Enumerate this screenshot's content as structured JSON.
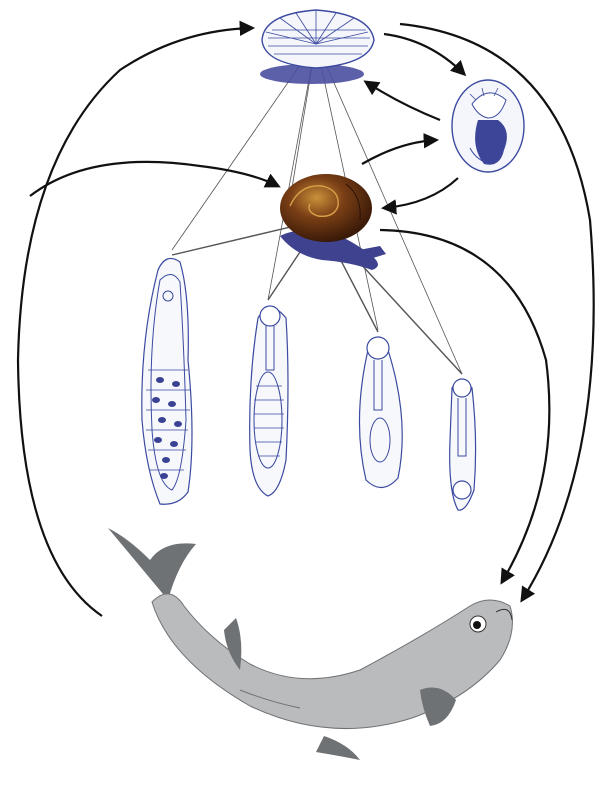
{
  "diagram": {
    "stages": [
      {
        "id": "egg",
        "icon": "egg-icon"
      },
      {
        "id": "miracidium",
        "icon": "miracidium-icon"
      },
      {
        "id": "snail",
        "icon": "snail-icon"
      },
      {
        "id": "sporocyst",
        "icon": "sporocyst-icon"
      },
      {
        "id": "redia",
        "icon": "redia-icon"
      },
      {
        "id": "cercaria",
        "icon": "cercaria-icon"
      },
      {
        "id": "metacercaria",
        "icon": "metacercaria-icon"
      },
      {
        "id": "fish",
        "icon": "fish-icon"
      }
    ],
    "flow": [
      {
        "from": "fish",
        "to": "egg"
      },
      {
        "from": "fish",
        "to": "snail"
      },
      {
        "from": "egg",
        "to": "miracidium"
      },
      {
        "from": "miracidium",
        "to": "egg"
      },
      {
        "from": "snail",
        "to": "miracidium"
      },
      {
        "from": "miracidium",
        "to": "snail"
      },
      {
        "from": "snail",
        "to": "fish"
      },
      {
        "from": "egg",
        "to": "fish"
      }
    ],
    "colors": {
      "outline": "#3b4aa0",
      "shadow": "#4a4f9e",
      "snail_shell": "#5a2e12",
      "fish_body": "#b9bbbd",
      "fish_fin": "#6f7275",
      "arrow": "#111111"
    }
  }
}
